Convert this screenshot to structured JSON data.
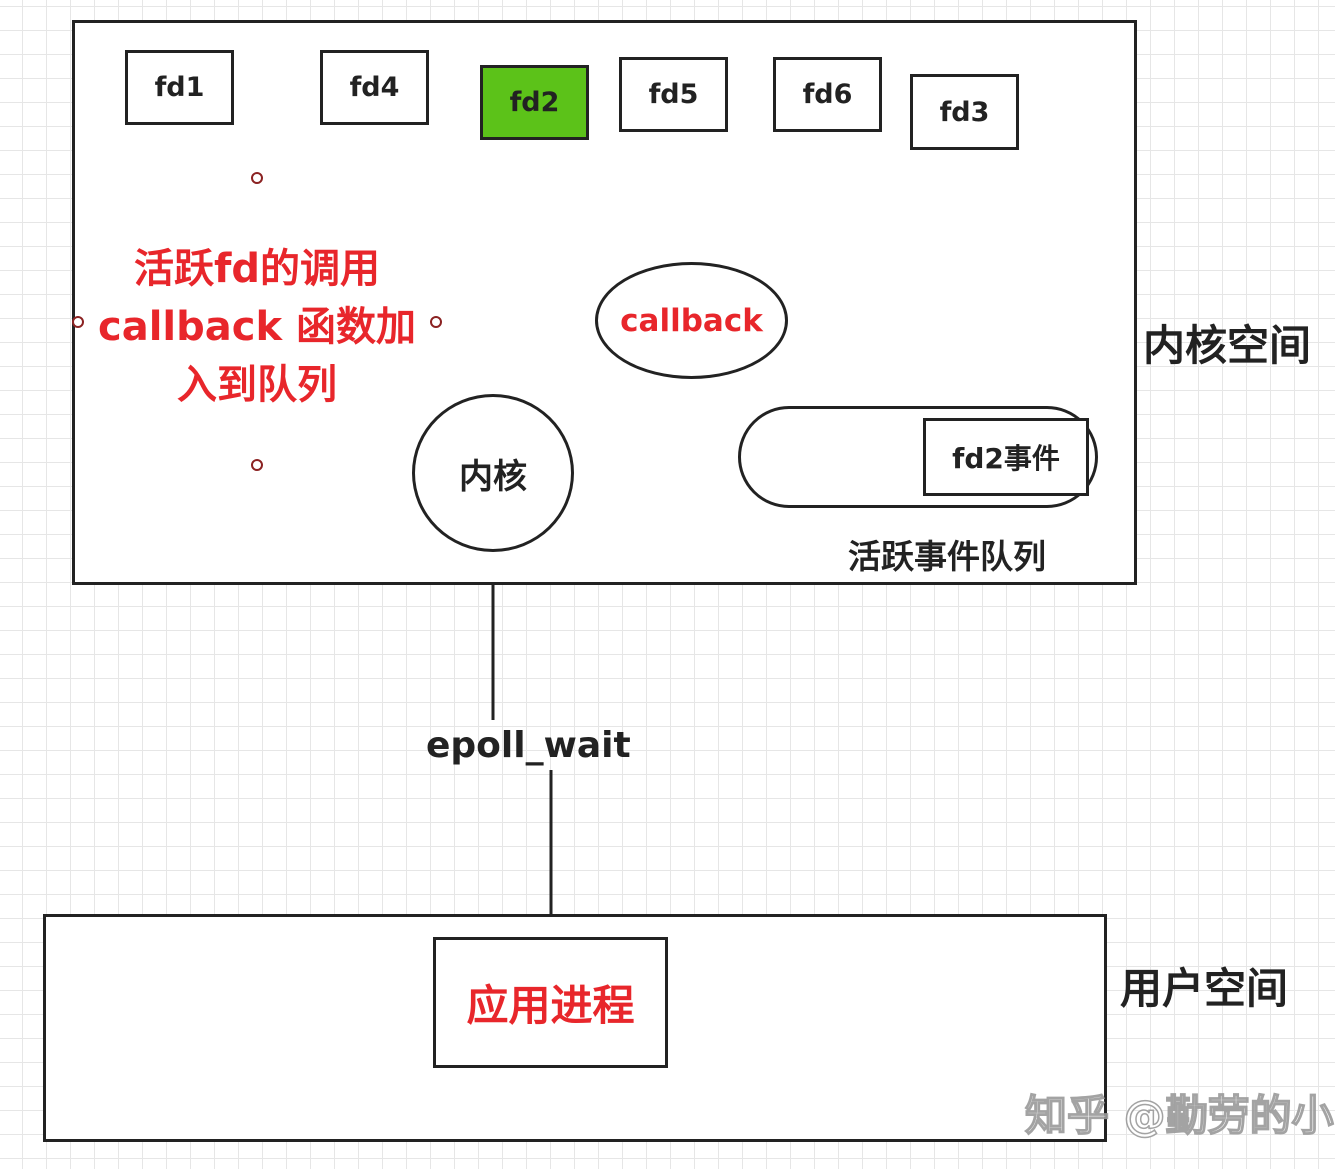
{
  "kernel_space": {
    "label": "内核空间",
    "fds": [
      "fd1",
      "fd4",
      "fd2",
      "fd5",
      "fd6",
      "fd3"
    ],
    "active_fd": "fd2",
    "note_lines": [
      "活跃fd的调用",
      "callback 函数加",
      "入到队列"
    ],
    "callback_label": "callback",
    "kernel_label": "内核",
    "queue_item": "fd2事件",
    "queue_label": "活跃事件队列"
  },
  "user_space": {
    "label": "用户空间",
    "process_label": "应用进程"
  },
  "call_label": "epoll_wait",
  "watermark": "知乎 @勤劳的小",
  "colors": {
    "active_fd": "#5cc219",
    "highlight_text": "#e8262b",
    "stroke": "#222222"
  }
}
